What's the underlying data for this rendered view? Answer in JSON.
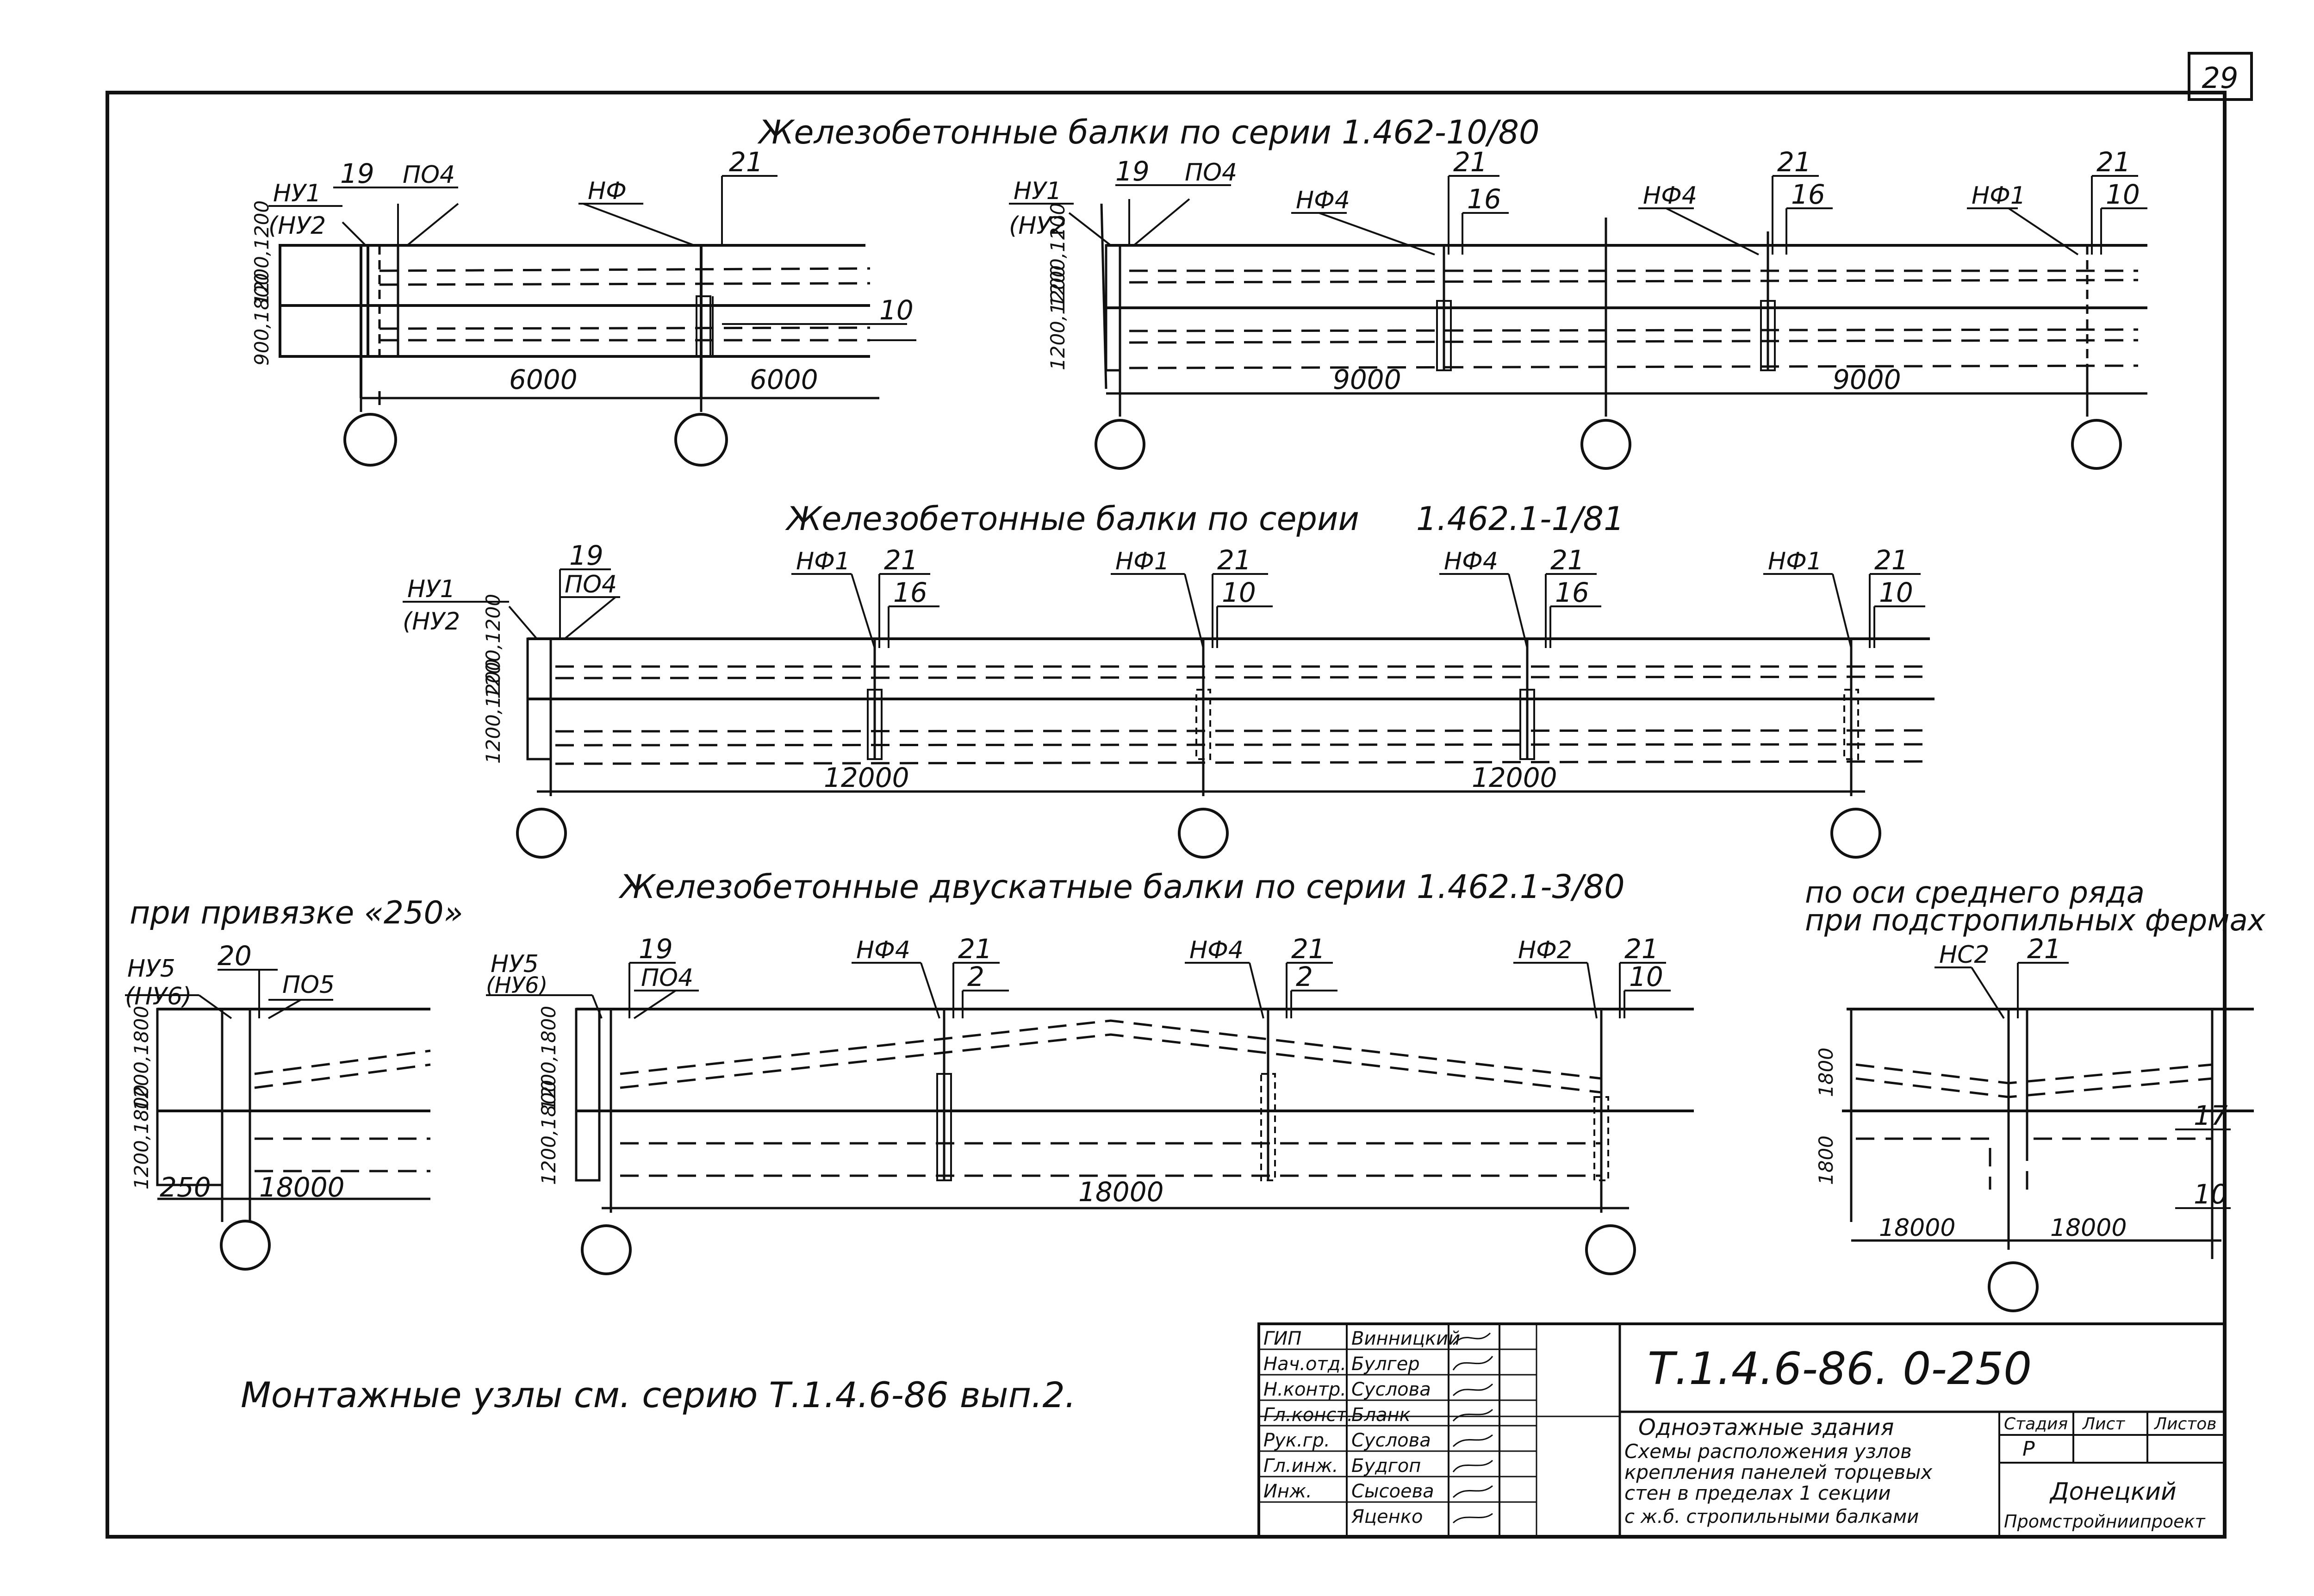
{
  "sheet": {
    "page_number": "29",
    "footnote": "Монтажные узлы см. серию Т.1.4.6-86 вып.2."
  },
  "section1": {
    "title": "Железобетонные балки по серии 1.462-10/80",
    "left": {
      "node_main": "НУ1",
      "node_alt": "(НУ2",
      "mark_a": "19",
      "mark_b": "ПО4",
      "mid_node": "НФ",
      "mid_mark": "21",
      "end_mark": "10",
      "dim_upper": "1200,1200",
      "dim_lower": "900,1800",
      "span1": "6000",
      "span2": "6000"
    },
    "right": {
      "node_main": "НУ1",
      "node_alt": "(НУ2",
      "mark_a": "19",
      "mark_b": "ПО4",
      "dim_upper": "1200,1200",
      "dim_lower": "1200,1200",
      "nodes": [
        {
          "name": "НФ4",
          "top": "21",
          "sub": "16"
        },
        {
          "name": "НФ4",
          "top": "21",
          "sub": "16"
        },
        {
          "name": "НФ1",
          "top": "21",
          "sub": "10"
        }
      ],
      "span1": "9000",
      "span2": "9000"
    }
  },
  "section2": {
    "title_a": "Железобетонные балки по серии",
    "title_b": "1.462.1-1/81",
    "node_main": "НУ1",
    "node_alt": "(НУ2",
    "mark_a": "19",
    "mark_b": "ПО4",
    "dim_upper": "1200,1200",
    "dim_lower": "1200,1200",
    "nodes": [
      {
        "name": "НФ1",
        "top": "21",
        "sub": "16"
      },
      {
        "name": "НФ1",
        "top": "21",
        "sub": "10"
      },
      {
        "name": "НФ4",
        "top": "21",
        "sub": "16"
      },
      {
        "name": "НФ1",
        "top": "21",
        "sub": "10"
      }
    ],
    "span1": "12000",
    "span2": "12000"
  },
  "section3": {
    "left_title": "при привязке «250»",
    "left": {
      "node_main": "НУ5",
      "node_alt": "(НУ6)",
      "mark_a": "20",
      "mark_b": "ПО5",
      "dim_upper": "1200,1800",
      "dim_lower": "1200,1800",
      "dim_a": "250",
      "dim_b": "18000"
    },
    "mid_title": "Железобетонные двускатные балки по серии 1.462.1-3/80",
    "mid": {
      "node_main": "НУ5",
      "node_alt": "(НУ6)",
      "mark_a": "19",
      "mark_b": "ПО4",
      "dim_upper": "1200,1800",
      "dim_lower": "1200,1800",
      "nodes": [
        {
          "name": "НФ4",
          "top": "21",
          "sub": "2"
        },
        {
          "name": "НФ4",
          "top": "21",
          "sub": "2"
        },
        {
          "name": "НФ2",
          "top": "21",
          "sub": "10"
        }
      ],
      "span": "18000"
    },
    "right_title_1": "по оси среднего ряда",
    "right_title_2": "при подстропильных фермах",
    "right": {
      "node": "НС2",
      "mark": "21",
      "mark_17": "17",
      "mark_10": "10",
      "dim_upper": "1800",
      "dim_lower": "1800",
      "span1": "18000",
      "span2": "18000"
    }
  },
  "title_block": {
    "doc_code": "Т.1.4.6-86. 0-250",
    "roles": [
      {
        "role": "ГИП",
        "name": "Винницкий"
      },
      {
        "role": "Нач.отд.",
        "name": "Булгер"
      },
      {
        "role": "Н.контр.",
        "name": "Суслова"
      },
      {
        "role": "Гл.конст.",
        "name": "Бланк"
      },
      {
        "role": "Рук.гр.",
        "name": "Суслова"
      },
      {
        "role": "Гл.инж.",
        "name": "Будгоп"
      },
      {
        "role": "Инж.",
        "name": "Сысоева"
      },
      {
        "role": "",
        "name": "Яценко"
      }
    ],
    "description": [
      "Одноэтажные здания",
      "Схемы расположения узлов",
      "крепления панелей торцевых",
      "стен в пределах 1 секции",
      "с ж.б. стропильными балками"
    ],
    "hdr_stage": "Стадия",
    "hdr_sheet": "Лист",
    "hdr_sheets": "Листов",
    "stage": "Р",
    "org_1": "Донецкий",
    "org_2": "Промстройниипроект"
  }
}
